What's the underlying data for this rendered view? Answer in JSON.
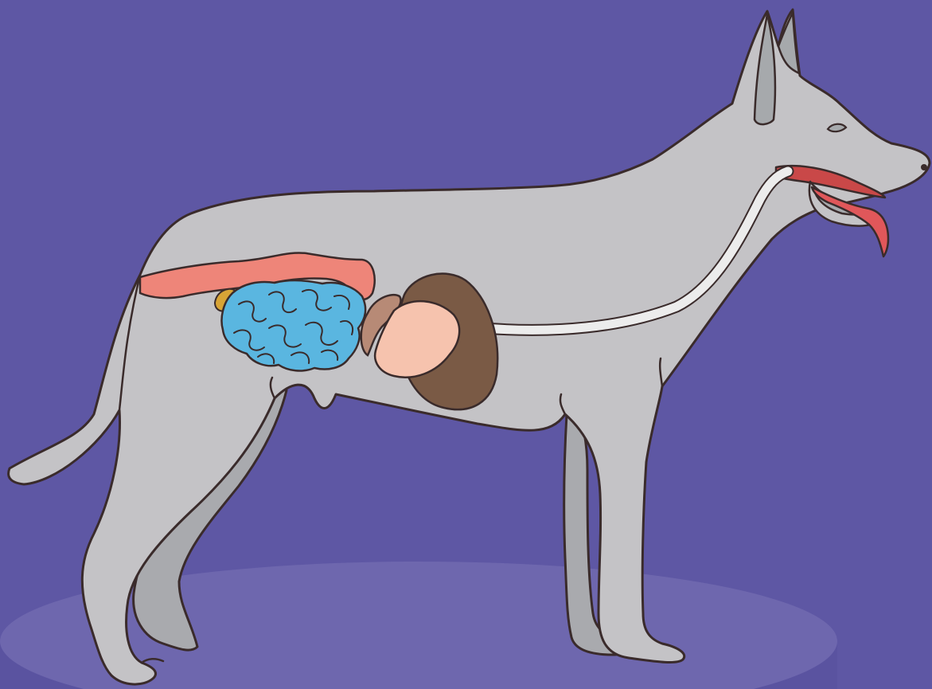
{
  "colors": {
    "background": "#5e57a4",
    "platform": "#6e67ae",
    "platform_edge": "#5a53a0",
    "body_fill": "#c4c3c6",
    "body_far_side": "#a9aaae",
    "outline": "#3a2b2b",
    "ear_inner": "#a6a9ac",
    "tongue": "#e0575a",
    "mouth": "#c94848",
    "esophagus": "#ececec",
    "stomach": "#f6c3ae",
    "liver": "#7a5a45",
    "spleen": "#b78a76",
    "small_intestine": "#5ab6e0",
    "large_intestine": "#ee8579",
    "gallbladder": "#d8a436"
  },
  "organs": [
    {
      "icon": "mouth-icon",
      "color_key": "mouth"
    },
    {
      "icon": "tongue-icon",
      "color_key": "tongue"
    },
    {
      "icon": "esophagus-icon",
      "color_key": "esophagus"
    },
    {
      "icon": "liver-icon",
      "color_key": "liver"
    },
    {
      "icon": "stomach-icon",
      "color_key": "stomach"
    },
    {
      "icon": "spleen-icon",
      "color_key": "spleen"
    },
    {
      "icon": "small-intestine-icon",
      "color_key": "small_intestine"
    },
    {
      "icon": "large-intestine-icon",
      "color_key": "large_intestine"
    },
    {
      "icon": "gallbladder-icon",
      "color_key": "gallbladder"
    }
  ]
}
